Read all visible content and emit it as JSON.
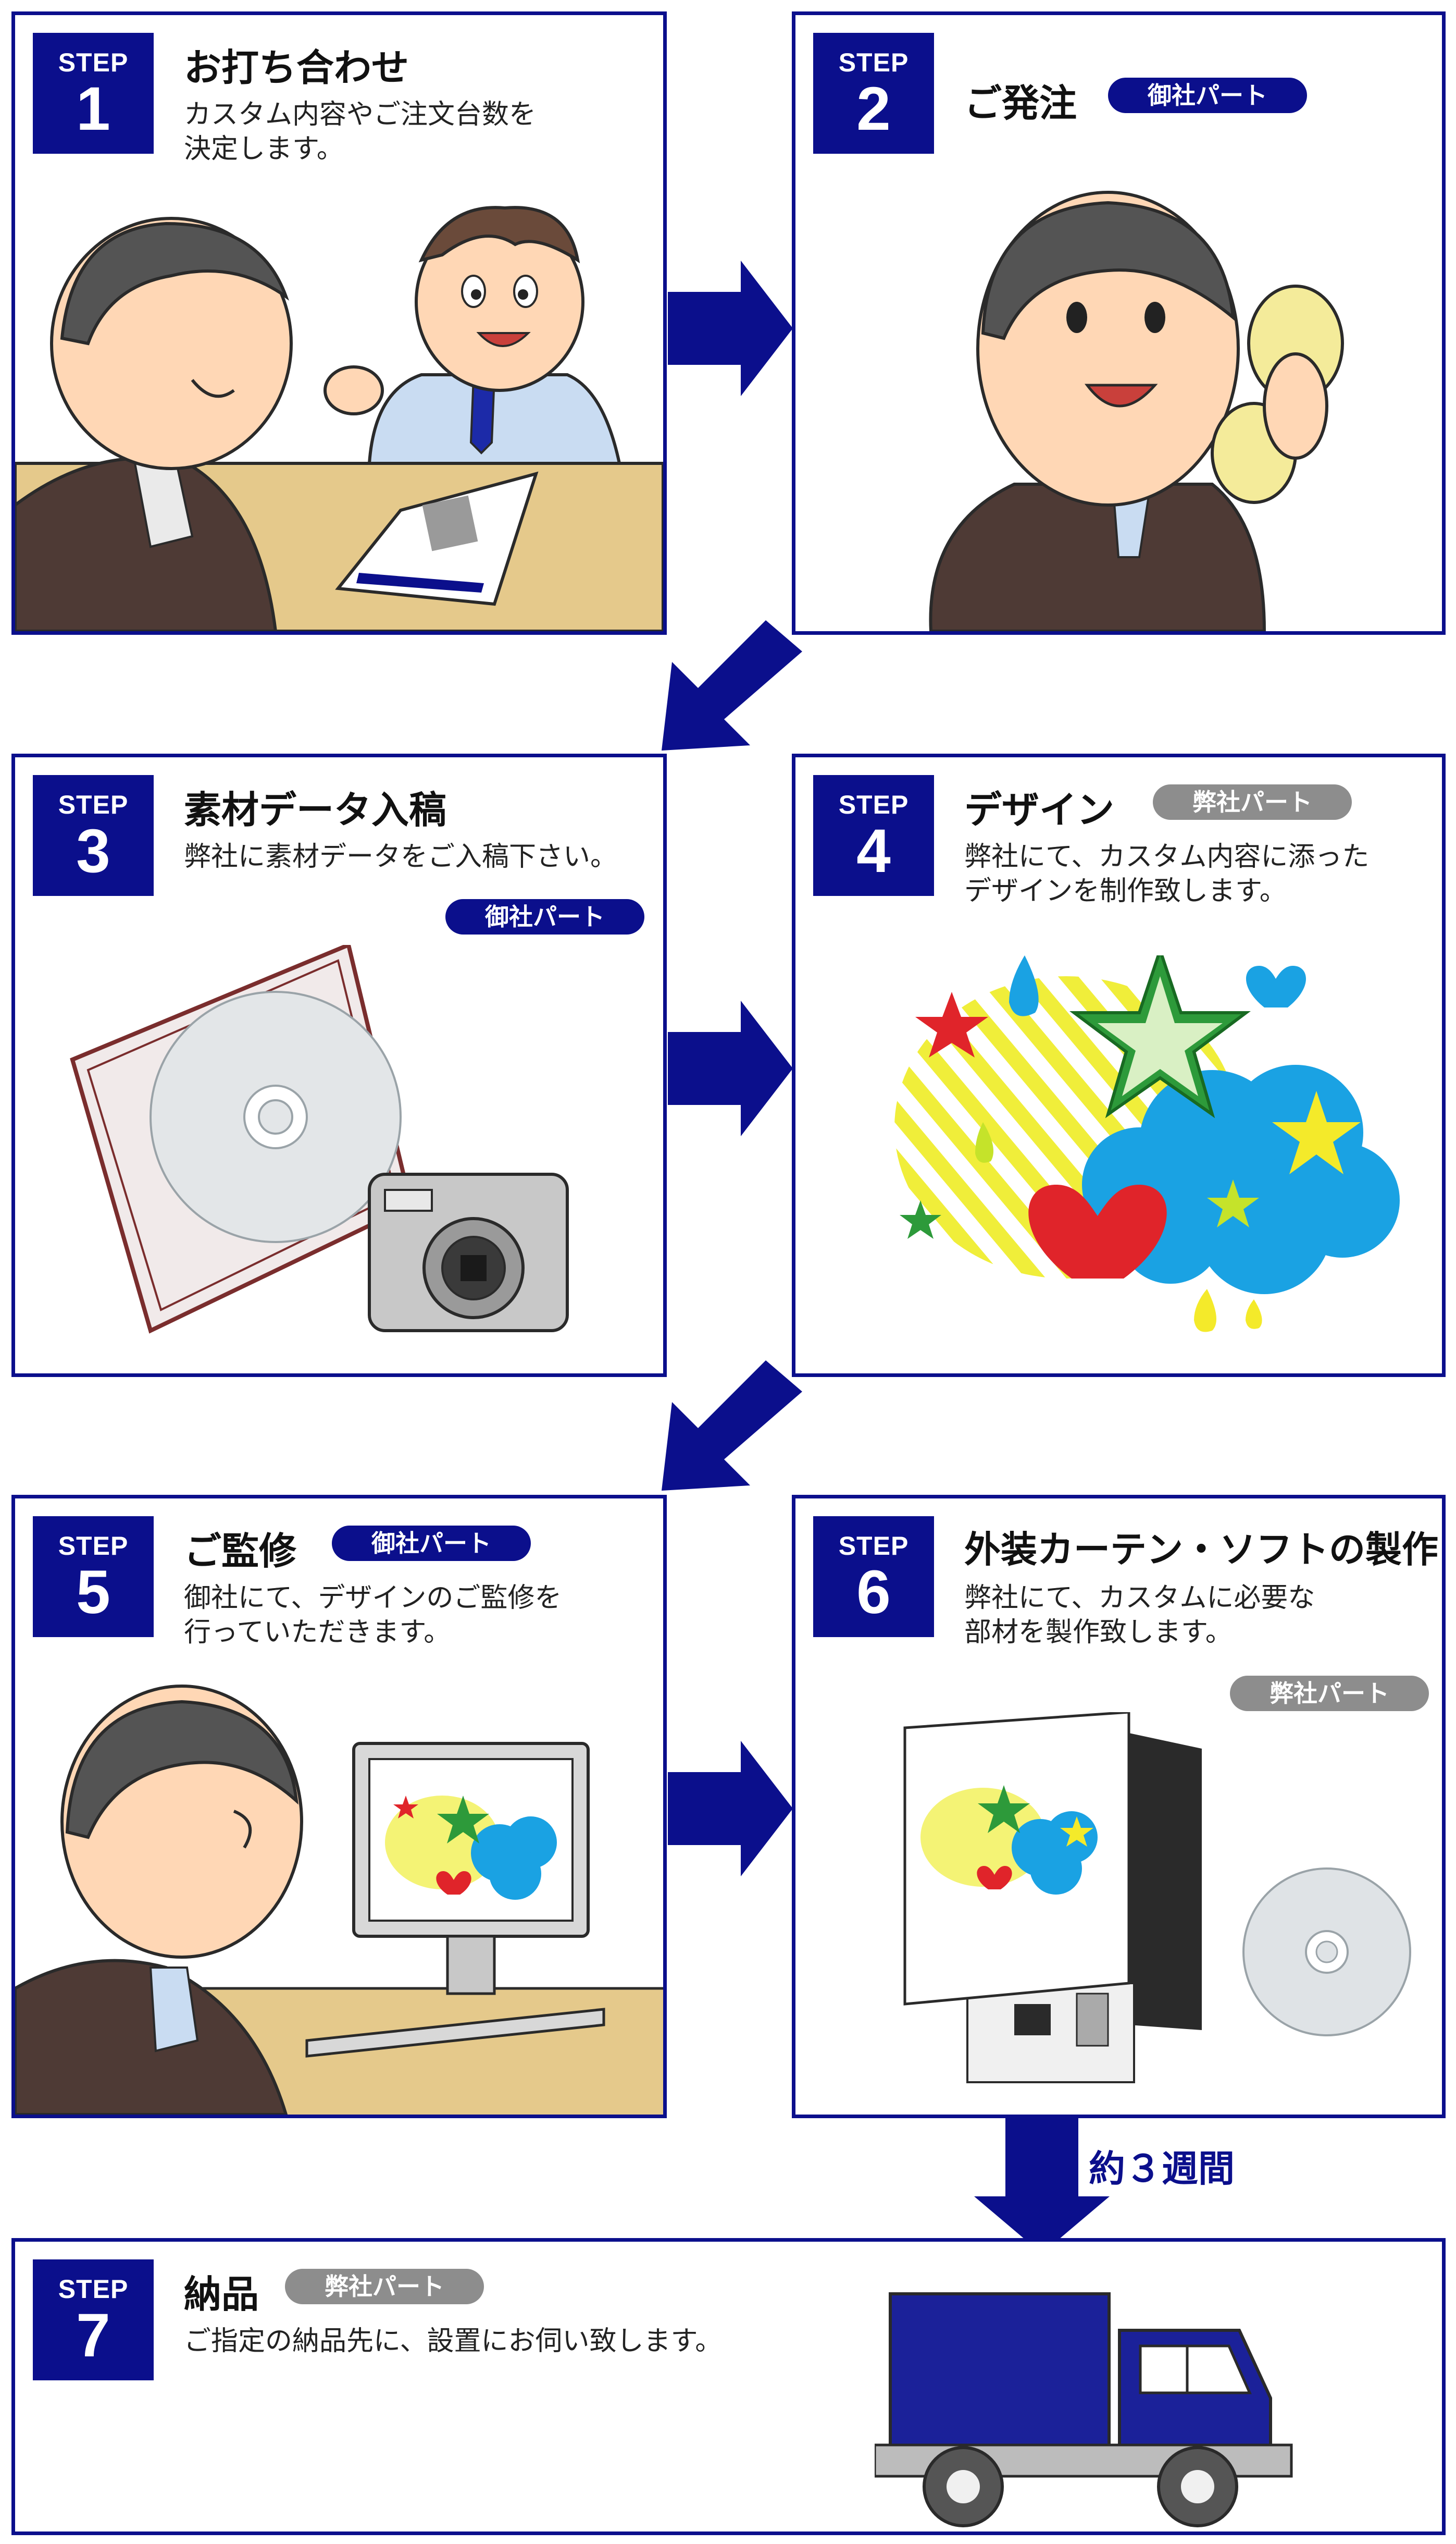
{
  "step_label": "STEP",
  "steps": [
    {
      "number": "1",
      "title": "お打ち合わせ",
      "description": "カスタム内容やご注文台数を\n決定します。",
      "badge": ""
    },
    {
      "number": "2",
      "title": "ご発注",
      "description": "",
      "badge": "御社パート"
    },
    {
      "number": "3",
      "title": "素材データ入稿",
      "description": "弊社に素材データをご入稿下さい。",
      "badge": "御社パート"
    },
    {
      "number": "4",
      "title": "デザイン",
      "description": "弊社にて、カスタム内容に添った\nデザインを制作致します。",
      "badge": "弊社パート"
    },
    {
      "number": "5",
      "title": "ご監修",
      "description": "御社にて、デザインのご監修を\n行っていただきます。",
      "badge": "御社パート"
    },
    {
      "number": "6",
      "title": "外装カーテン・ソフトの製作",
      "description": "弊社にて、カスタムに必要な\n部材を製作致します。",
      "badge": "弊社パート"
    },
    {
      "number": "7",
      "title": "納品",
      "description": "ご指定の納品先に、設置にお伺い致します。",
      "badge": "弊社パート"
    }
  ],
  "duration_label": "約３週間",
  "colors": {
    "navy": "#0b0f8c",
    "company_pill": "#8d8d8d",
    "client_pill": "#0b0f8c",
    "desk": "#e5c98b",
    "suit": "#4e3a35"
  }
}
